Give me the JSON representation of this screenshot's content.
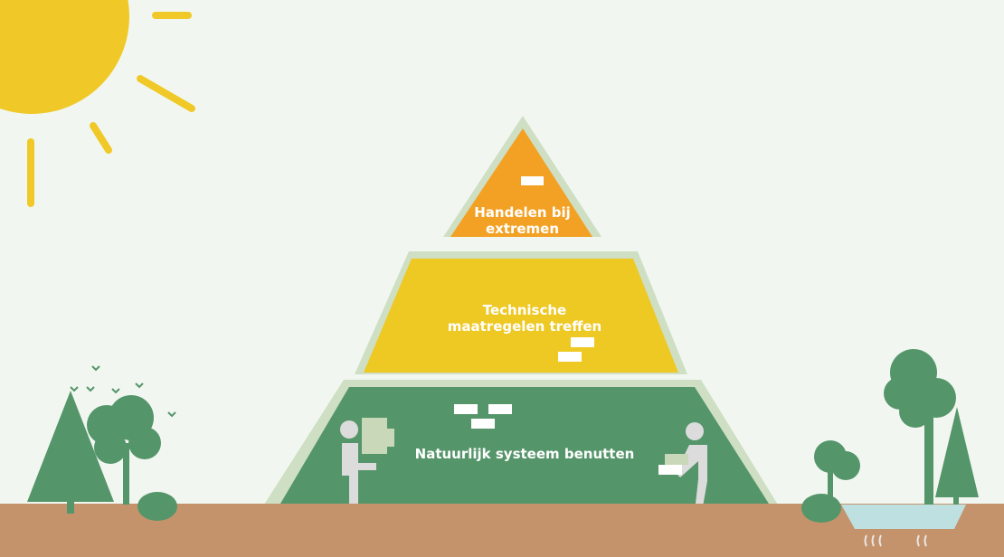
{
  "pyramid": {
    "top": {
      "label_line1": "Handelen bij",
      "label_line2": "extremen",
      "color": "#f3a124"
    },
    "middle": {
      "label_line1": "Technische",
      "label_line2": "maatregelen treffen",
      "color": "#eec823"
    },
    "bottom": {
      "label": "Natuurlijk systeem benutten",
      "color": "#55956a"
    }
  },
  "colors": {
    "background": "#f1f7f0",
    "sun": "#f0c928",
    "ground": "#c4936c",
    "tree": "#55956a",
    "grass": "#c9dbbd",
    "person": "#dcdcdc",
    "water": "#bfe0e0"
  }
}
